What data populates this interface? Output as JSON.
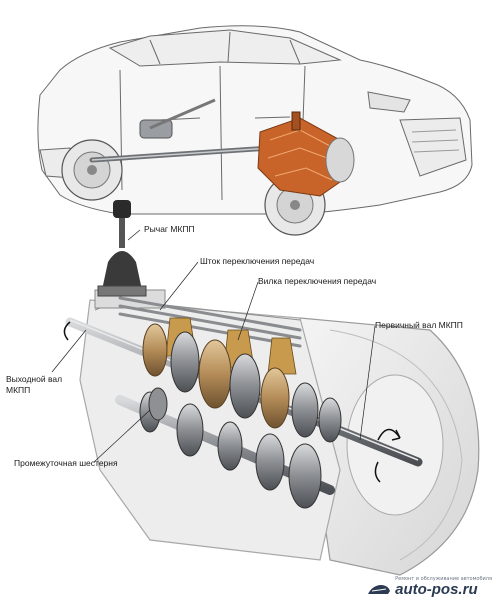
{
  "labels": {
    "shift_lever": "Рычаг МКПП",
    "shift_rod": "Шток переключения передач",
    "shift_fork": "Вилка переключения передач",
    "input_shaft": "Первичный вал МКПП",
    "output_shaft_line1": "Выходной вал",
    "output_shaft_line2": "МКПП",
    "intermediate_gear": "Промежуточная шестерня"
  },
  "watermark": {
    "small_text": "Ремонт и обслуживание автомобиля",
    "domain": "auto-pos.ru"
  },
  "colors": {
    "gearbox_highlight": "#c8642a",
    "gear_bronze": "#b48c58",
    "gear_steel": "#6f7276",
    "outline": "#4a4a4a",
    "brand": "#2c3b52"
  }
}
